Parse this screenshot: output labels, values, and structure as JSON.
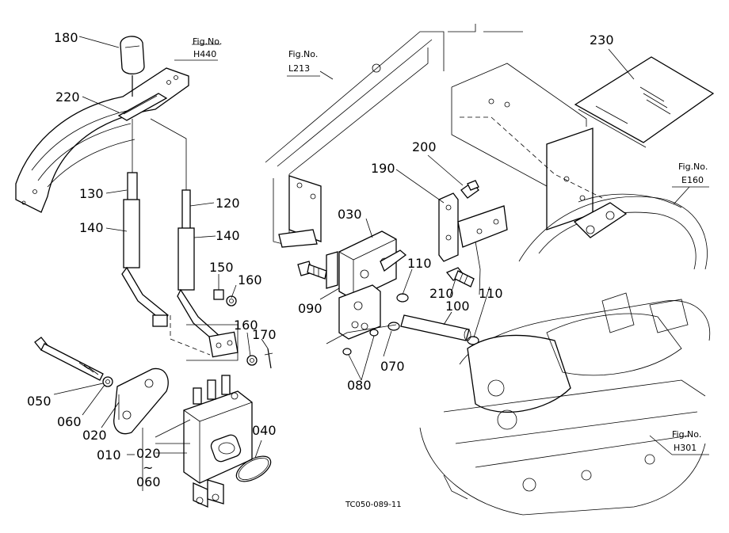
{
  "parts": {
    "p180": "180",
    "p220": "220",
    "p130": "130",
    "p140a": "140",
    "p140b": "140",
    "p120": "120",
    "p150": "150",
    "p160a": "160",
    "p160b": "160",
    "p170": "170",
    "p050": "050",
    "p060": "060",
    "p020": "020",
    "p010": "010",
    "p020r": "020",
    "ptilde": "~",
    "p060r": "060",
    "p040": "040",
    "p030": "030",
    "p090": "090",
    "p190": "190",
    "p200": "200",
    "p110a": "110",
    "p110b": "110",
    "p210": "210",
    "p100": "100",
    "p070": "070",
    "p080": "080",
    "p230": "230"
  },
  "refs": {
    "h440_label": "Fig.No.",
    "h440_code": "H440",
    "l213_label": "Fig.No.",
    "l213_code": "L213",
    "e160_label": "Fig.No.",
    "e160_code": "E160",
    "h301_label": "Fig.No.",
    "h301_code": "H301"
  },
  "drawing_code": "TC050-089-11"
}
